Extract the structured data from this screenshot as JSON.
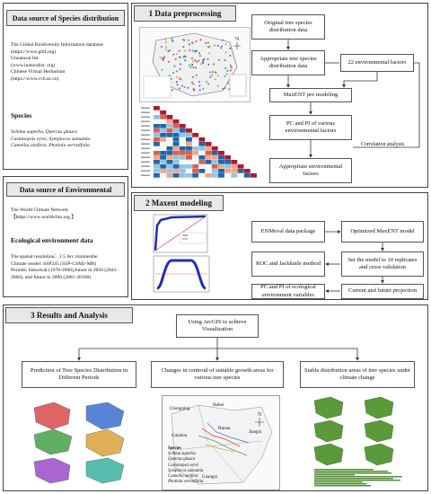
{
  "left": {
    "species_source": {
      "title": "Data source of Species distribution",
      "lines": [
        "The Global Biodiversity Information database",
        "(https://www.gbif.org)",
        "Unnatural list",
        "(www.inaturalist. org)",
        "Chinese Virtual Herbarium",
        "(https://www.cvh.ac.cn)"
      ]
    },
    "species": {
      "heading": "Species",
      "lines": [
        "Schima superba, Quercus glauca",
        "Castanopsis eyrei, Symplocos sumuntia",
        "Camellia oleifera, Photinia serratifolia"
      ]
    },
    "env_source": {
      "title": "Data source of Environmental",
      "lines": [
        "The World Climate Network",
        "【https://www.worldclim.org 】"
      ]
    },
    "eco": {
      "heading": "Ecological environment data",
      "lines": [
        "The spatial resolution：2.5 Arc minmesthe",
        "Climate model: SSP245 (SSP-CSM2-MR)",
        "Periods: historical (1970-2000),future in 2050 (2041-",
        "2060), and future in 2090 (2081-20100)"
      ]
    }
  },
  "p1": {
    "title": "1  Data preprocessing",
    "boxes": {
      "original": "Original tree species distribution data",
      "appropriate": "Appropriate tree species distribution data",
      "env22": "22 environmental factors",
      "maxent_pre": "MaxENT pre modeling",
      "pc_pi": "PC and PI of various environmental factors",
      "correlation": "Correlation analysis",
      "appropriate_env": "Appropriate environmental factors"
    }
  },
  "p2": {
    "title": "2  Maxent modeling",
    "boxes": {
      "enmeval": "ENMeval data package",
      "optimized": "Optimized MaxENT model",
      "roc": "ROC and Jackknife method",
      "set_model": "Set the model to 10 replicates and cross validation",
      "pc_pi": "PC and PI of ecological environment variables",
      "projection": "Current and future projection"
    }
  },
  "p3": {
    "title": "3  Results and Analysis",
    "arcgis": "Using ArcGIS to achieve Visualization",
    "col1": "Prediction of Tree Species Distribution in Different Periods",
    "col2": "Changes in centroid of suitable growth areas for various tree species",
    "col3": "Stable distribution areas of tree species under climate change",
    "map_labels": {
      "chongqing": "Chongqing",
      "hunan": "Hunan",
      "guizhou": "Guizhou",
      "guangxi": "Guangxi",
      "hubei": "Hubei",
      "jiangxi": "Jiangxi"
    },
    "legend_title": "Species",
    "legend": [
      "Schima superba",
      "Quercus glauca",
      "Castanopsis eyrei",
      "Symplocos sumuntia",
      "Camellia oleifera",
      "Photinia serratifolia"
    ]
  },
  "colors": {
    "header_bg": "#e8e8e8",
    "border": "#444444"
  }
}
